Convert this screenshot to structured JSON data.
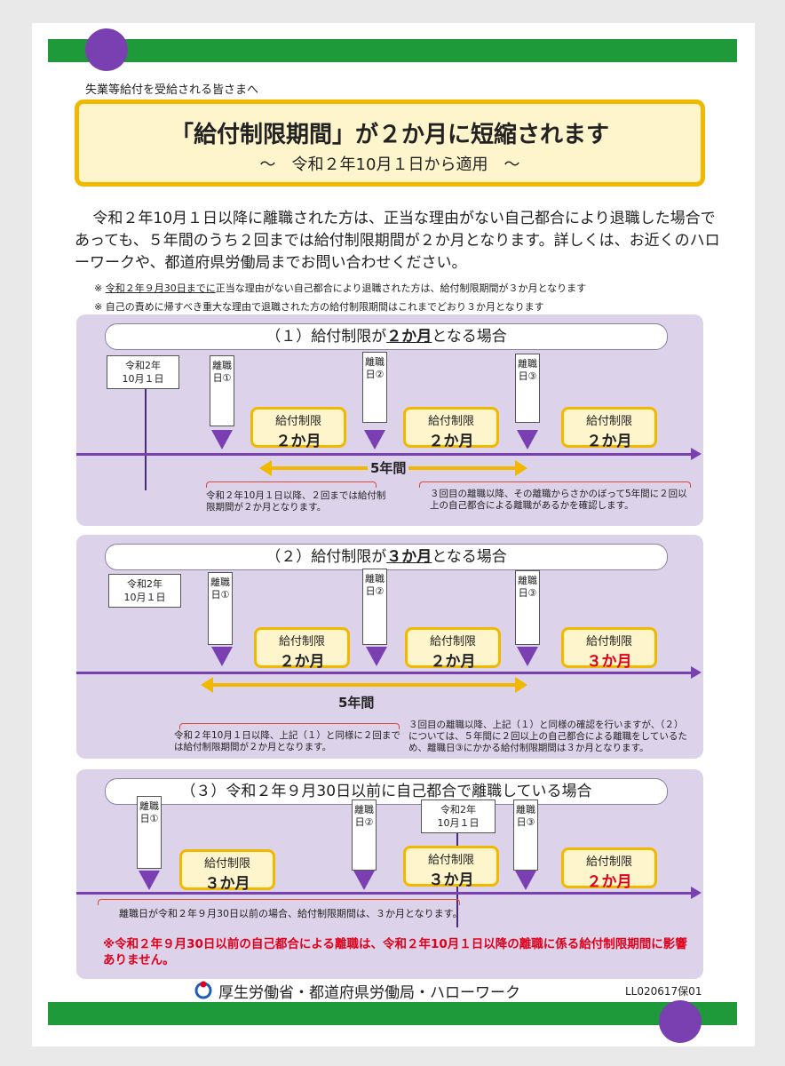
{
  "header": {
    "audience": "失業等給付を受給される皆さまへ",
    "title": "「給付制限期間」が２か月に短縮されます",
    "subtitle": "～　令和２年10月１日から適用　～"
  },
  "intro": "令和２年10月１日以降に離職された方は、正当な理由がない自己都合により退職した場合であっても、５年間のうち２回までは給付制限期間が２か月となります。詳しくは、お近くのハローワークや、都道府県労働局までお問い合わせください。",
  "notes": {
    "n1_prefix": "※ ",
    "n1_underlined": "令和２年９月30日までに",
    "n1_rest": "正当な理由がない自己都合により退職された方は、給付制限期間が３か月となります",
    "n2": "※ 自己の責めに帰すべき重大な理由で退職された方の給付制限期間はこれまでどおり３か月となります"
  },
  "labels": {
    "date_line1": "令和2年",
    "date_line2": "10月１日",
    "tag1": "離職日①",
    "tag2": "離職日②",
    "tag3": "離職日③",
    "limit": "給付制限",
    "two_months": "２か月",
    "three_months": "３か月",
    "five_years": "5年間"
  },
  "case1": {
    "pill_prefix": "（１）給付制限が",
    "pill_bold": "２か月",
    "pill_suffix": "となる場合",
    "note_left": "令和２年10月１日以降、２回までは給付制限期間が２か月となります。",
    "note_right": "３回目の離職以降、その離職からさかのぼって5年間に２回以上の自己都合による離職があるかを確認します。"
  },
  "case2": {
    "pill_prefix": "（２）給付制限が",
    "pill_bold": "３か月",
    "pill_suffix": "となる場合",
    "note_left": "令和２年10月１日以降、上記（１）と同様に２回までは給付制限期間が２か月となります。",
    "note_right": "３回目の離職以降、上記（１）と同様の確認を行いますが、（２）については、５年間に２回以上の自己都合による離職をしているため、離職日③にかかる給付制限期間は３か月となります。"
  },
  "case3": {
    "pill": "（３）令和２年９月30日以前に自己都合で離職している場合",
    "note": "離職日が令和２年９月30日以前の場合、給付制限期間は、３か月となります。",
    "red_note": "※令和２年９月30日以前の自己都合による離職は、令和２年10月１日以降の離職に係る給付制限期間に影響ありません。"
  },
  "footer": {
    "org": "厚生労働省・都道府県労働局・ハローワーク",
    "code": "LL020617保01"
  },
  "colors": {
    "green": "#1f9a3a",
    "purple": "#7a3fb0",
    "yellow": "#f2b800",
    "red": "#e0001b"
  }
}
